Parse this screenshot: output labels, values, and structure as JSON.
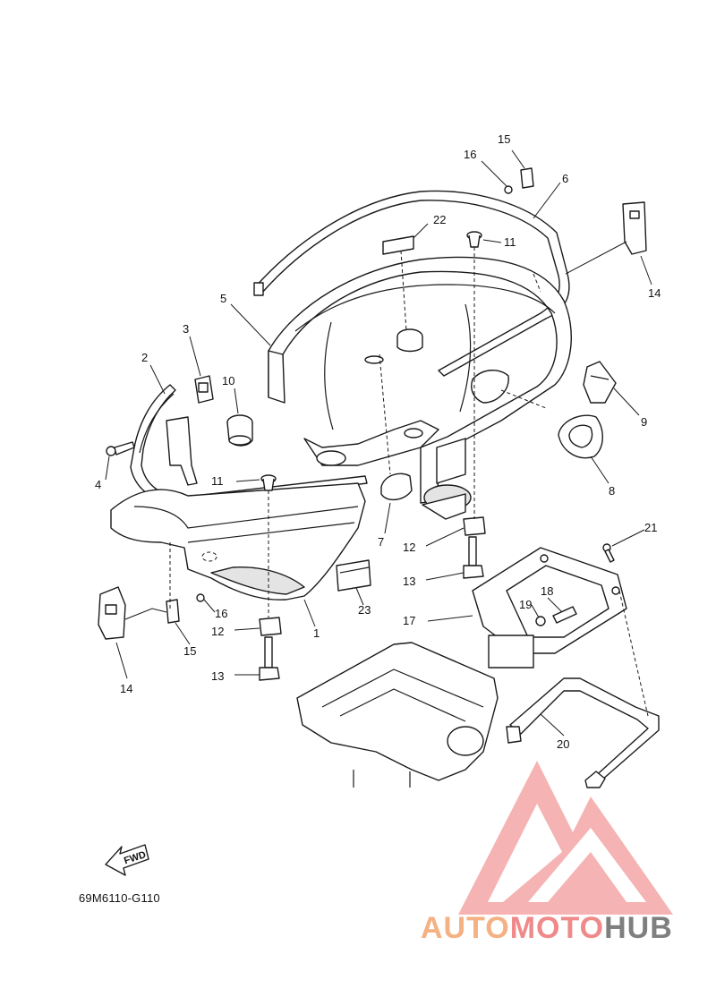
{
  "diagram_code": "69M6110-G110",
  "fwd_label": "FWD",
  "watermark": {
    "part1": "AUTO",
    "part2": "MOTO",
    "part3": "HUB",
    "colors": {
      "part1": "#f4b183",
      "part2": "#f08a8a",
      "part3": "#7f7f7f",
      "logo": "#f29a9a"
    }
  },
  "callouts": [
    {
      "id": "c15-top",
      "label": "15"
    },
    {
      "id": "c16-top",
      "label": "16"
    },
    {
      "id": "c6",
      "label": "6"
    },
    {
      "id": "c22",
      "label": "22"
    },
    {
      "id": "c11-top",
      "label": "11"
    },
    {
      "id": "c14-right",
      "label": "14"
    },
    {
      "id": "c5",
      "label": "5"
    },
    {
      "id": "c3",
      "label": "3"
    },
    {
      "id": "c2",
      "label": "2"
    },
    {
      "id": "c10",
      "label": "10"
    },
    {
      "id": "c9",
      "label": "9"
    },
    {
      "id": "c4",
      "label": "4"
    },
    {
      "id": "c11-mid",
      "label": "11"
    },
    {
      "id": "c8",
      "label": "8"
    },
    {
      "id": "c7",
      "label": "7"
    },
    {
      "id": "c12-right",
      "label": "12"
    },
    {
      "id": "c21",
      "label": "21"
    },
    {
      "id": "c13-right",
      "label": "13"
    },
    {
      "id": "c18",
      "label": "18"
    },
    {
      "id": "c19",
      "label": "19"
    },
    {
      "id": "c16-left",
      "label": "16"
    },
    {
      "id": "c23",
      "label": "23"
    },
    {
      "id": "c17",
      "label": "17"
    },
    {
      "id": "c1",
      "label": "1"
    },
    {
      "id": "c12-left",
      "label": "12"
    },
    {
      "id": "c15-left",
      "label": "15"
    },
    {
      "id": "c14-left",
      "label": "14"
    },
    {
      "id": "c13-left",
      "label": "13"
    },
    {
      "id": "c20",
      "label": "20"
    }
  ]
}
